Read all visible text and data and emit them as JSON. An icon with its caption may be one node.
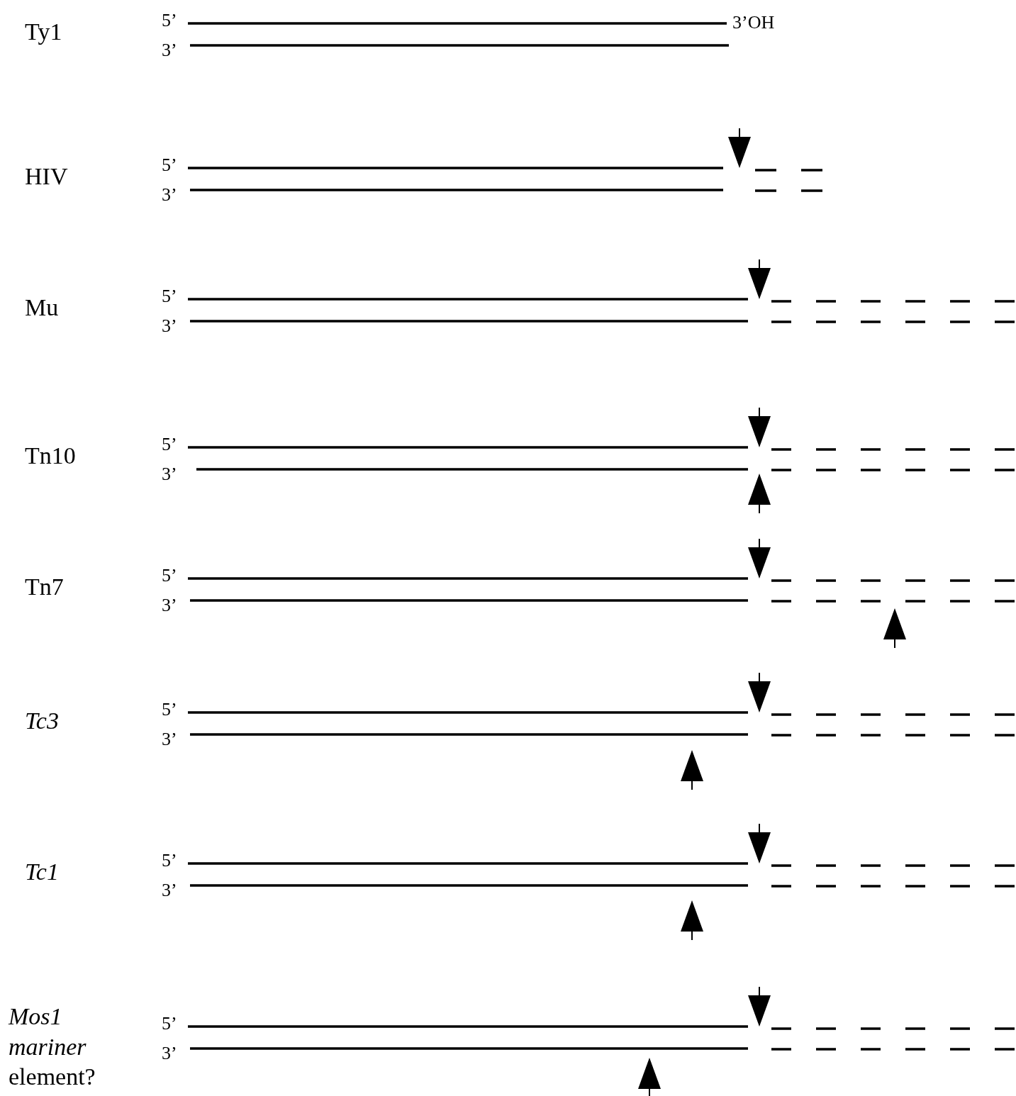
{
  "diagram": {
    "labels": [
      "Ty1",
      "5’",
      "3’OH",
      "3’",
      "HIV",
      "5’",
      "3’",
      "Mu",
      "5’",
      "3’",
      "Tn10",
      "5’",
      "3’",
      "Tn7",
      "5’",
      "3’",
      "Tc3",
      "5’",
      "3’",
      "Tc1",
      "5’",
      "3’",
      "*Mos1 mariner* element?",
      "5’",
      "3’"
    ]
  }
}
